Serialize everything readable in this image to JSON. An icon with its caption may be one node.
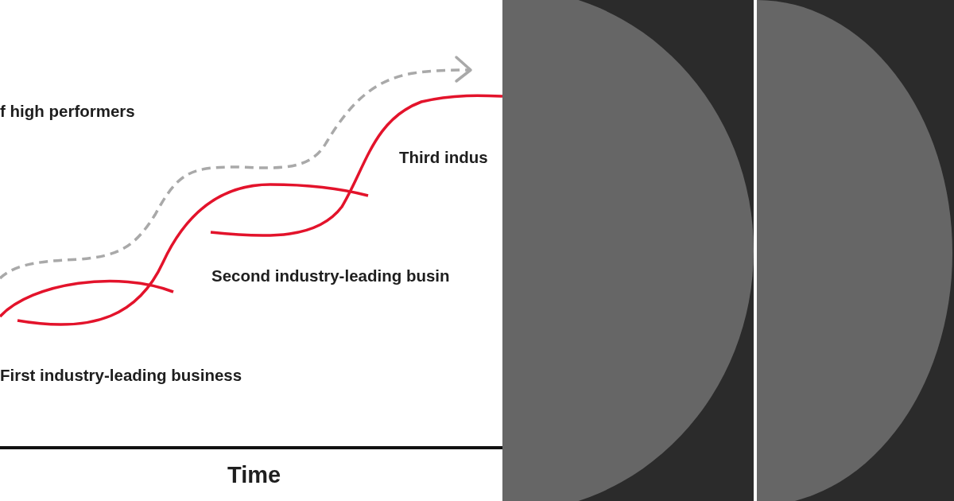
{
  "diagram": {
    "labels": [
      "f high performers",
      "Third indus",
      "Second industry-leading busin",
      "First industry-leading business",
      "Time"
    ]
  }
}
